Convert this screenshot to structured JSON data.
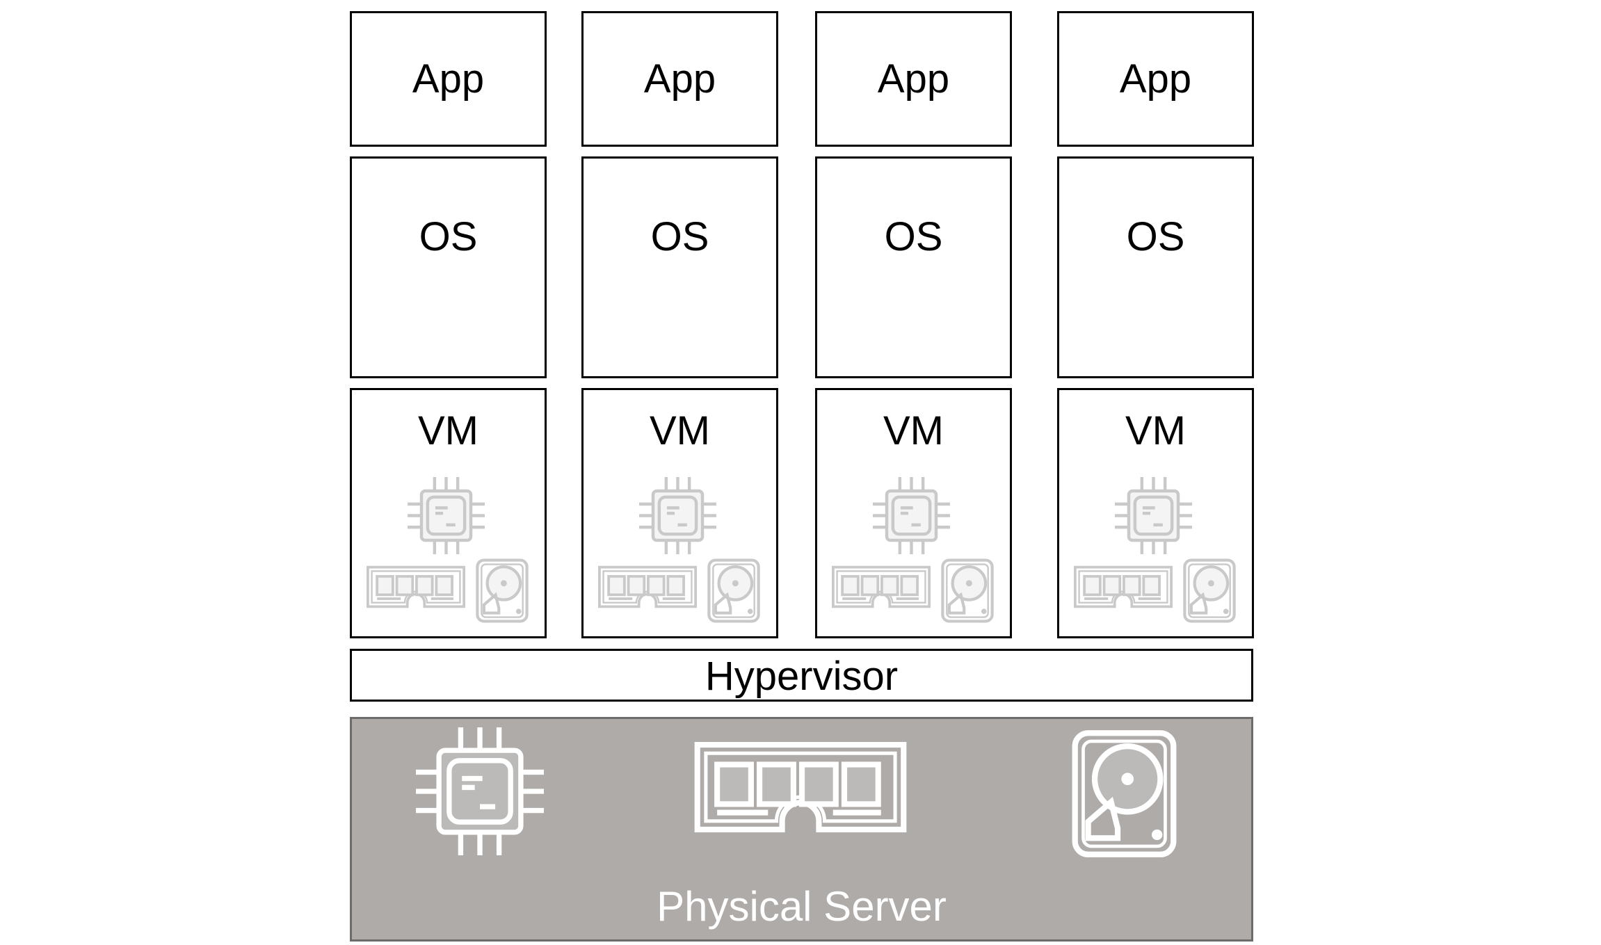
{
  "stack": [
    {
      "app": "App",
      "os": "OS",
      "vm": "VM"
    },
    {
      "app": "App",
      "os": "OS",
      "vm": "VM"
    },
    {
      "app": "App",
      "os": "OS",
      "vm": "VM"
    },
    {
      "app": "App",
      "os": "OS",
      "vm": "VM"
    }
  ],
  "hypervisor": {
    "label": "Hypervisor"
  },
  "physical_server": {
    "label": "Physical Server",
    "icons": [
      "cpu-icon",
      "ram-icon",
      "hard-drive-icon"
    ]
  },
  "colors": {
    "physical_fill": "#aeaba9",
    "physical_border": "#6c6c6c",
    "vm_icon_stroke": "#c9c9c9",
    "box_border": "#000000"
  }
}
